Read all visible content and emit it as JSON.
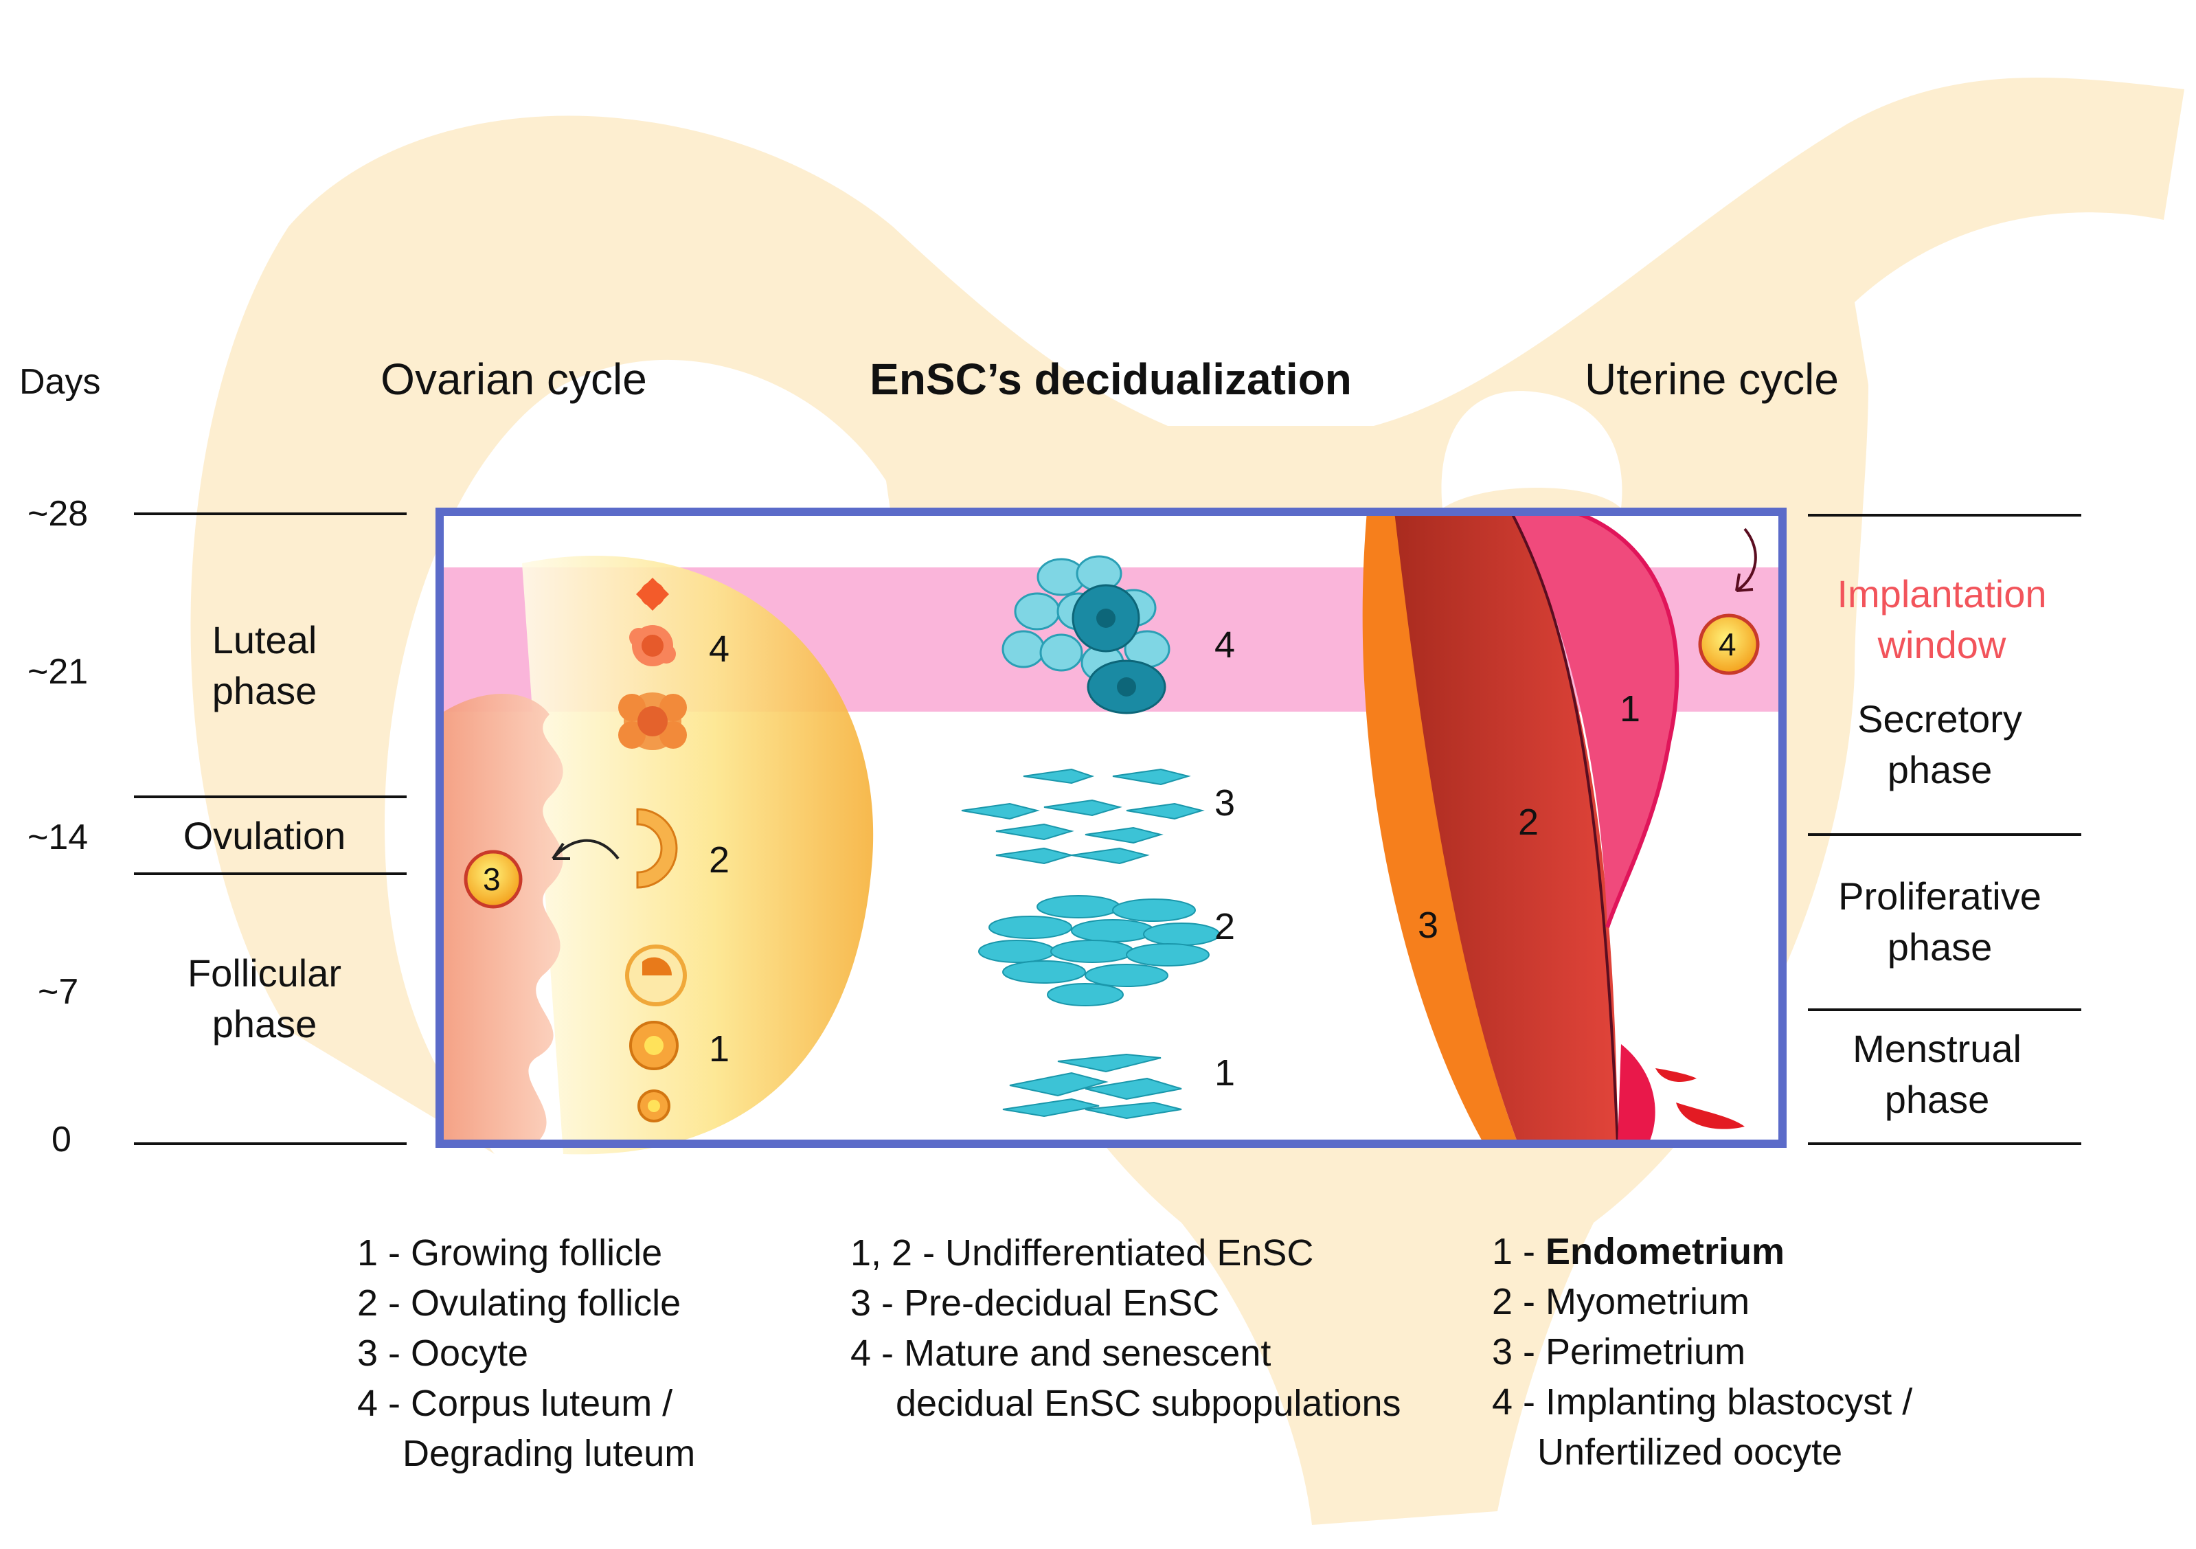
{
  "days": {
    "title": "Days",
    "ticks": [
      "~28",
      "~21",
      "~14",
      "~7",
      "0"
    ]
  },
  "headers": {
    "ovarian": "Ovarian cycle",
    "decidualization": "EnSC’s decidualization",
    "uterine": "Uterine cycle"
  },
  "ovarian_phases": {
    "luteal": [
      "Luteal",
      "phase"
    ],
    "ovulation": "Ovulation",
    "follicular": [
      "Follicular",
      "phase"
    ]
  },
  "uterine_phases": {
    "implantation": [
      "Implantation",
      "window"
    ],
    "secretory": [
      "Secretory",
      "phase"
    ],
    "proliferative": [
      "Proliferative",
      "phase"
    ],
    "menstrual": [
      "Menstrual",
      "phase"
    ]
  },
  "markers": {
    "ovary": [
      "1",
      "2",
      "3",
      "4"
    ],
    "ensc": [
      "1",
      "2",
      "3",
      "4"
    ],
    "uterus": [
      "1",
      "2",
      "3",
      "4"
    ]
  },
  "legend": {
    "ovarian": [
      "1 - Growing follicle",
      "2 - Ovulating follicle",
      "3 - Oocyte",
      "4 - Corpus luteum /",
      "Degrading luteum"
    ],
    "ensc": [
      "1, 2 - Undifferentiated EnSC",
      "3 - Pre-decidual EnSC",
      "4 - Mature and senescent",
      "decidual EnSC subpopulations"
    ],
    "uterine": {
      "item1_prefix": "1 - ",
      "item1_bold": "Endometrium",
      "rest": [
        "2 - Myometrium",
        "3 - Perimetrium",
        "4 - Implanting blastocyst /",
        "Unfertilized oocyte"
      ]
    }
  },
  "colors": {
    "frame": "#5b6bc9",
    "implantation_band": "#f9a8d4",
    "implantation_text": "#f2545b",
    "uterus_background": "#fdebc8",
    "cell": "#3cc3d6"
  },
  "icons": [
    "uterus-silhouette",
    "ovary-shape",
    "follicle-icons",
    "oocyte-icon",
    "corpus-luteum-icons",
    "ensc-cell-clusters",
    "uterine-wall-layers",
    "blastocyst-icon",
    "menstrual-drops",
    "arrow-icons"
  ]
}
